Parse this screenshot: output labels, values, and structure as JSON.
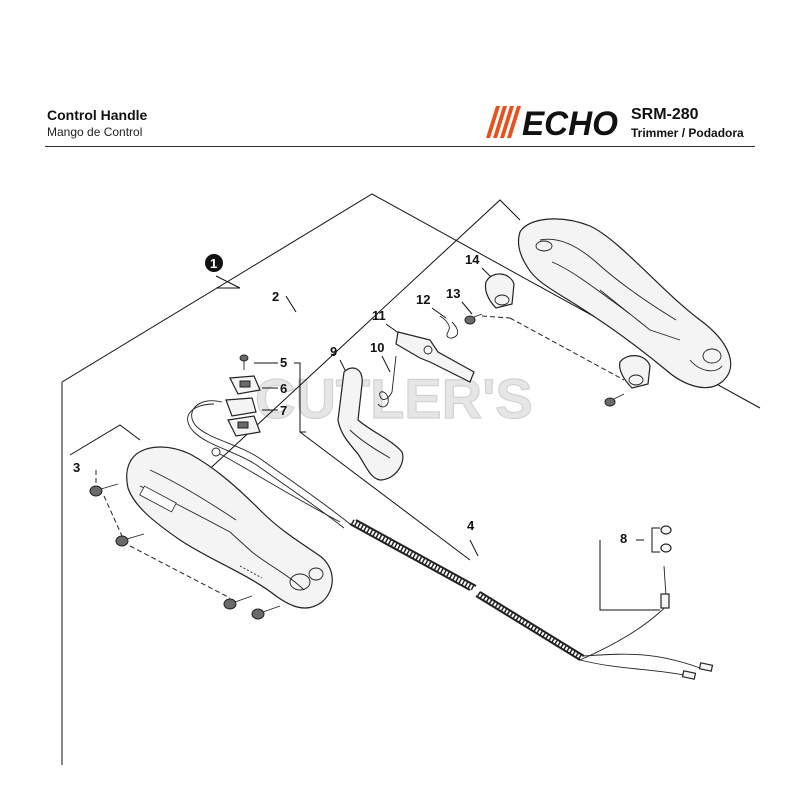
{
  "header": {
    "title": "Control Handle",
    "subtitle": "Mango de Control",
    "brand": "ECHO",
    "model": "SRM-280",
    "model_subtitle": "Trimmer / Podadora"
  },
  "watermark": "CUTLER'S",
  "callouts": {
    "c1": "1",
    "c2": "2",
    "c3": "3",
    "c4": "4",
    "c5": "5",
    "c6": "6",
    "c7": "7",
    "c8": "8",
    "c9": "9",
    "c10": "10",
    "c11": "11",
    "c12": "12",
    "c13": "13",
    "c14": "14"
  },
  "colors": {
    "brand_orange": "#e8501c",
    "text": "#111111",
    "watermark": "#e6e6e6"
  }
}
